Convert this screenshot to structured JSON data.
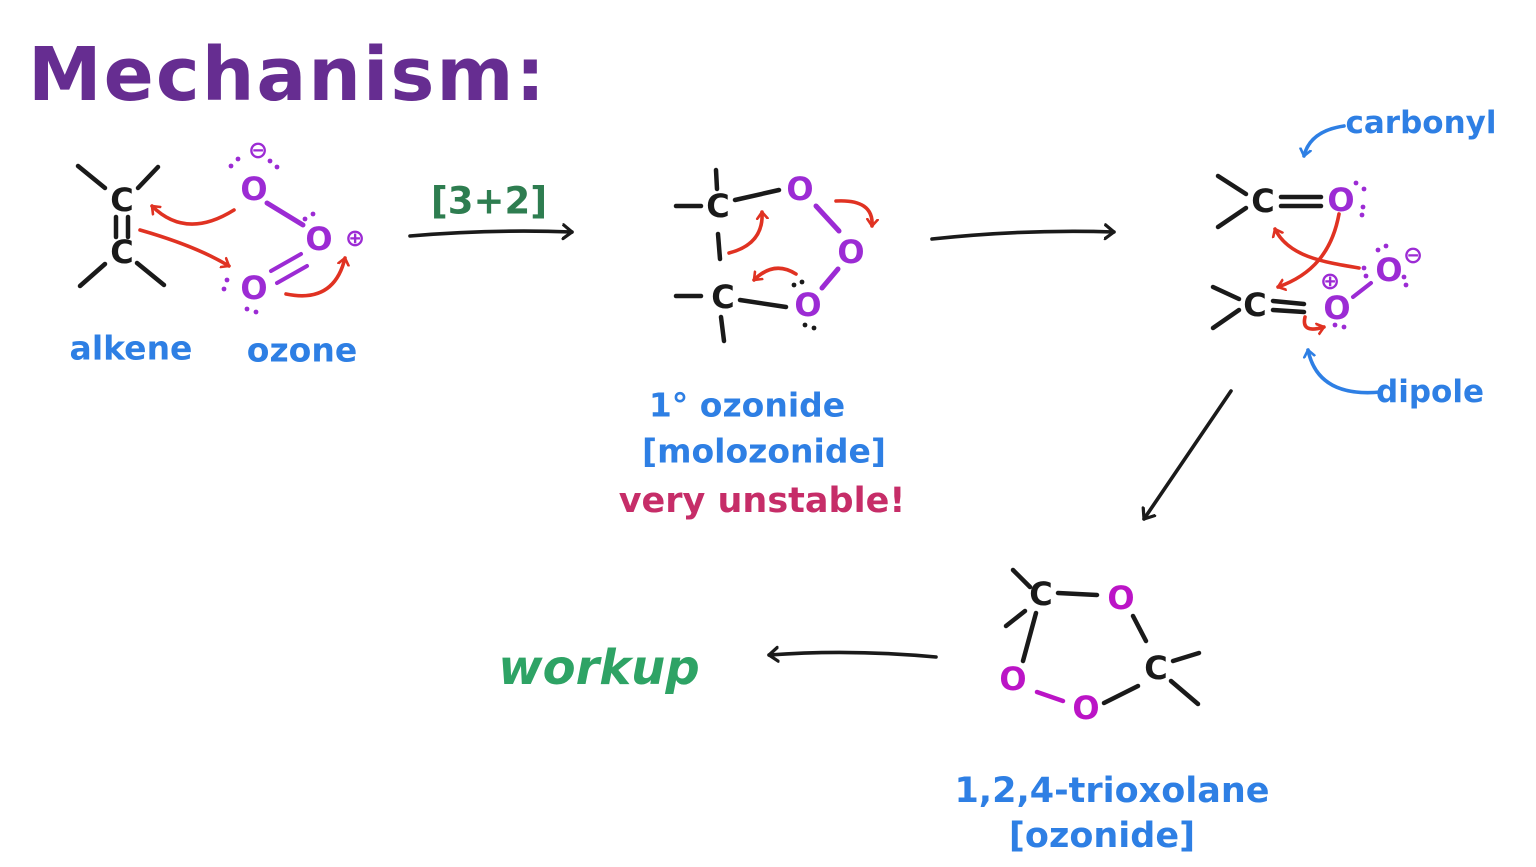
{
  "title": "Mechanism:",
  "labels": {
    "alkene": "alkene",
    "ozone": "ozone",
    "cycloaddition": "[3+2]",
    "ozonide_line1": "1° ozonide",
    "ozonide_line2": "[molozonide]",
    "ozonide_warning": "very unstable!",
    "carbonyl": "carbonyl",
    "dipole": "dipole",
    "trioxolane_line1": "1,2,4-trioxolane",
    "trioxolane_line2": "[ozonide]",
    "workup": "workup"
  },
  "atoms": {
    "carbon": "C",
    "oxygen": "O"
  },
  "charges": {
    "plus": "⊕",
    "minus": "⊖"
  },
  "colors": {
    "title_purple": "#662D91",
    "oxygen_purple": "#9C2BD4",
    "oxygen_magenta": "#BB14C6",
    "arrow_red": "#E03222",
    "label_blue": "#2E7FE4",
    "bracket_green": "#2E7D50",
    "workup_green": "#2EA365",
    "warning_crimson": "#C62D68",
    "ink_black": "#1A1A1A"
  }
}
